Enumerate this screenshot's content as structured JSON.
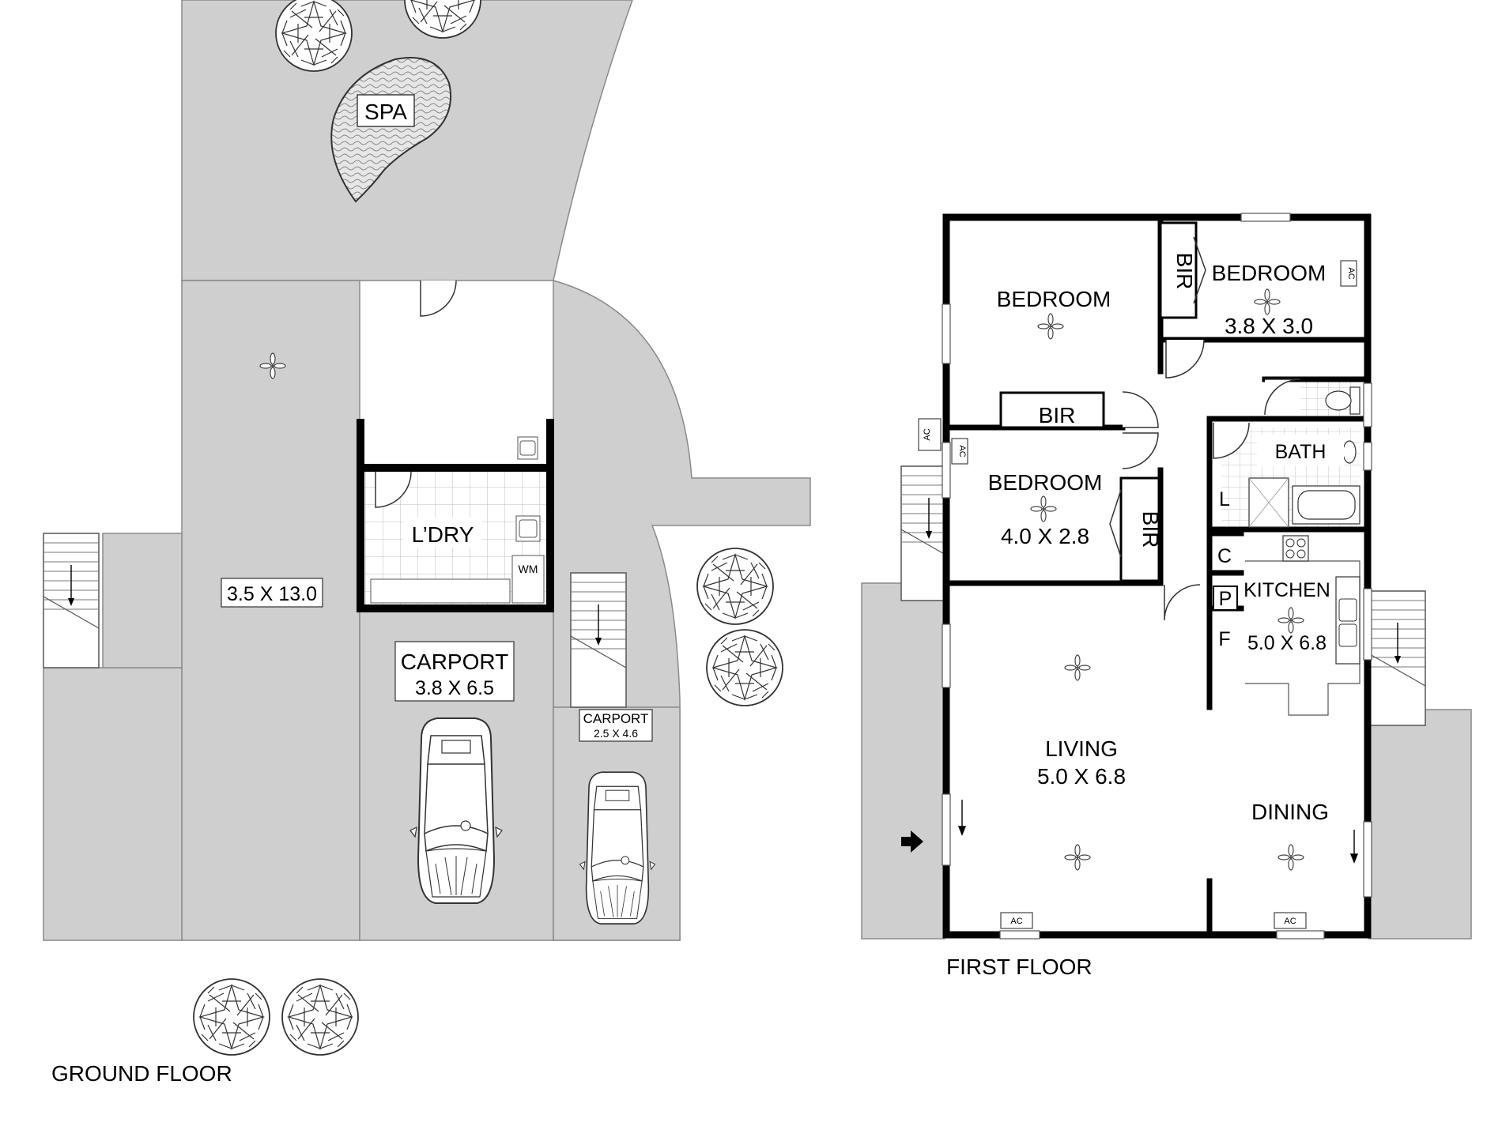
{
  "ground_floor": {
    "caption": "GROUND FLOOR",
    "spa": "SPA",
    "yard_dims": "3.5 X 13.0",
    "laundry": "L’DRY",
    "washing_machine": "WM",
    "carport_main_title": "CARPORT",
    "carport_main_dims": "3.8 X 6.5",
    "carport_small_title": "CARPORT",
    "carport_small_dims": "2.5 X 4.6"
  },
  "first_floor": {
    "caption": "FIRST FLOOR",
    "bedroom_1": {
      "title": "BEDROOM"
    },
    "bedroom_2": {
      "title": "BEDROOM",
      "dims": "3.8 X 3.0"
    },
    "bedroom_3": {
      "title": "BEDROOM",
      "dims": "4.0 X 2.8"
    },
    "bir": "BIR",
    "bath": "BATH",
    "linen": "L",
    "cupboard": "C",
    "pantry": "P",
    "fridge": "F",
    "kitchen": {
      "title": "KITCHEN",
      "dims": "5.0 X 6.8"
    },
    "living": {
      "title": "LIVING",
      "dims": "5.0 X 6.8"
    },
    "dining": "DINING",
    "ac": "AC"
  },
  "icons": [
    "tree-icon",
    "car-icon",
    "ceiling-light-icon",
    "door-swing-icon",
    "stair-icon",
    "entry-arrow-icon",
    "sink-icon",
    "toilet-icon",
    "bathtub-icon",
    "shower-icon",
    "cooktop-icon"
  ],
  "colors": {
    "paving": "#cfcfcf",
    "walls": "#000000",
    "tiles": "#ffffff",
    "lines": "#555555"
  }
}
